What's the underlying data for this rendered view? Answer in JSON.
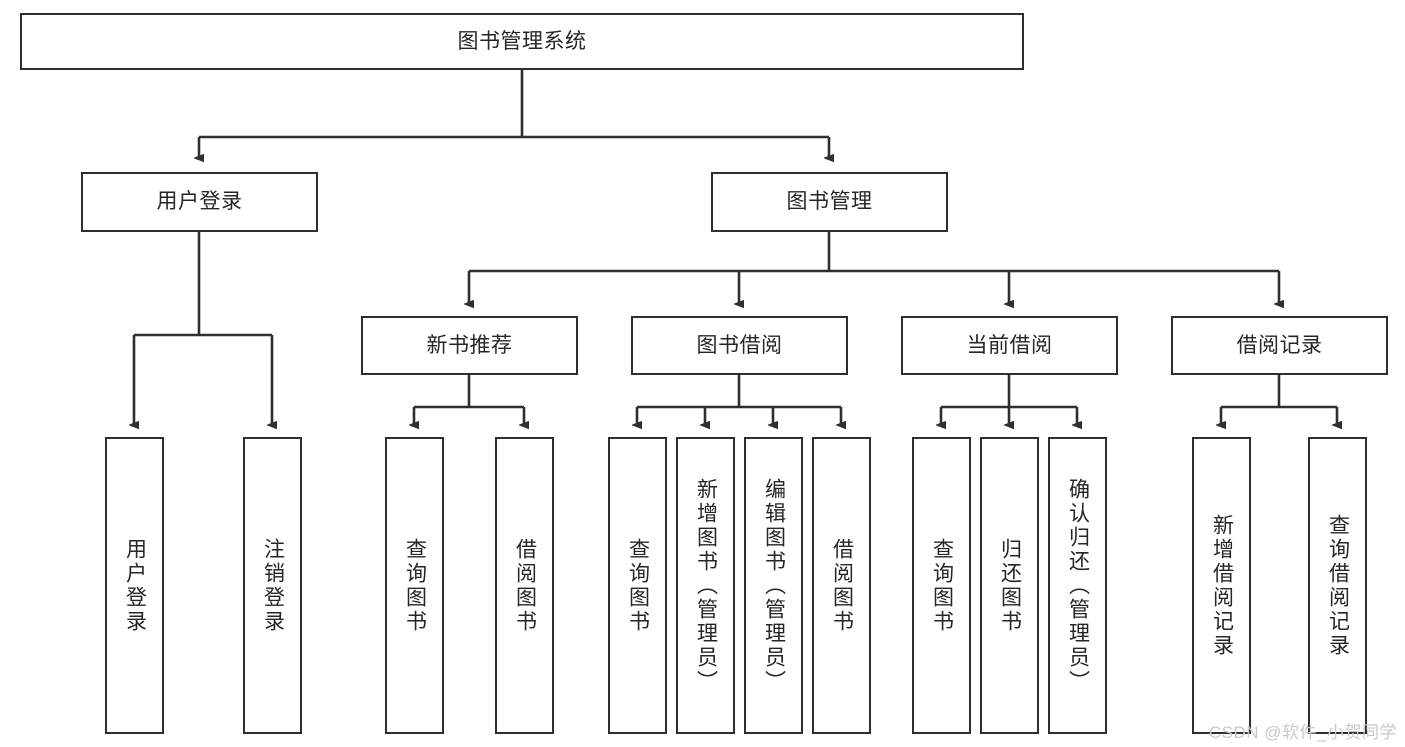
{
  "diagram": {
    "title": "图书管理系统",
    "type": "tree-hierarchy",
    "root": {
      "label": "图书管理系统"
    },
    "level2": [
      {
        "label": "用户登录"
      },
      {
        "label": "图书管理"
      }
    ],
    "level3": [
      {
        "label": "新书推荐"
      },
      {
        "label": "图书借阅"
      },
      {
        "label": "当前借阅"
      },
      {
        "label": "借阅记录"
      }
    ],
    "leaves": {
      "user_login": [
        {
          "label": "用户登录"
        },
        {
          "label": "注销登录"
        }
      ],
      "new_book_recommend": [
        {
          "label": "查询图书"
        },
        {
          "label": "借阅图书"
        }
      ],
      "book_borrow": [
        {
          "label": "查询图书"
        },
        {
          "label": "新增图书（管理员）"
        },
        {
          "label": "编辑图书（管理员）"
        },
        {
          "label": "借阅图书"
        }
      ],
      "current_borrow": [
        {
          "label": "查询图书"
        },
        {
          "label": "归还图书"
        },
        {
          "label": "确认归还（管理员）"
        }
      ],
      "borrow_record": [
        {
          "label": "新增借阅记录"
        },
        {
          "label": "查询借阅记录"
        }
      ]
    }
  },
  "watermark": {
    "text": "CSDN @软件_小贺同学"
  },
  "colors": {
    "border": "#2f2f2f",
    "background": "#ffffff",
    "text": "#262626",
    "watermark": "#c9c9c9"
  }
}
